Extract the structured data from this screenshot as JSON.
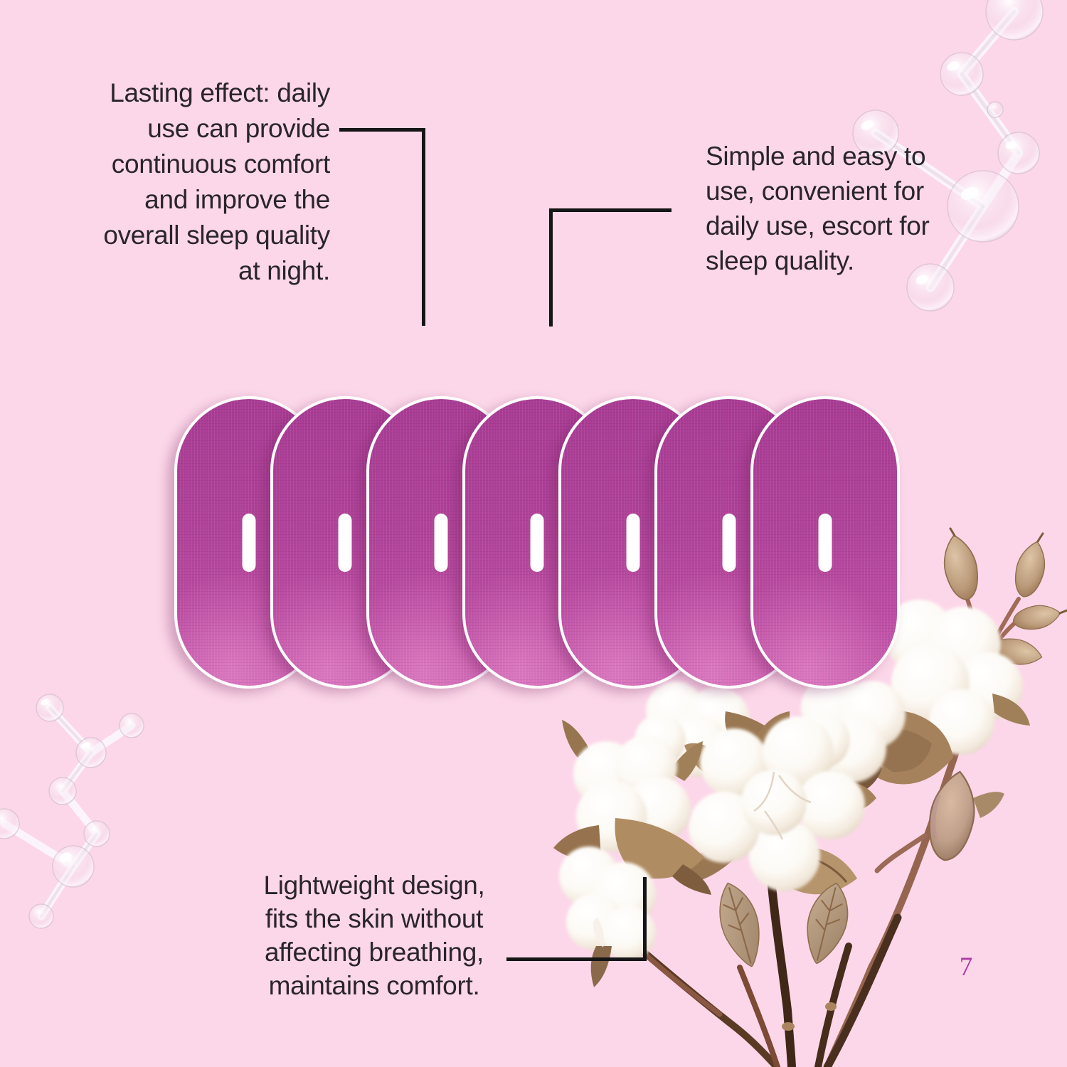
{
  "page": {
    "background_color": "#fcd7e9",
    "page_number": "7",
    "page_number_color": "#ac3ba6",
    "text_color": "#2a252b",
    "connector_line_color": "#151515"
  },
  "annotations": {
    "lasting_effect": {
      "text": "Lasting effect: daily\nuse can provide\ncontinuous comfort\nand improve the\noverall sleep quality\nat night."
    },
    "simple_easy": {
      "text": "Simple and easy to\nuse, convenient for\ndaily use, escort for\nsleep quality."
    },
    "lightweight": {
      "text": "Lightweight design,\nfits the skin without\naffecting breathing,\nmaintains comfort."
    }
  },
  "product": {
    "patch_count": 7,
    "patch_color": "#b04399",
    "patch_outline_color": "#ffffff",
    "slit_color": "#ffffff"
  },
  "decor": {
    "molecule_top_right": "transparent-molecule-3d",
    "molecule_left": "transparent-molecule-3d",
    "cotton_branch": "dried-cotton-flower-branch",
    "cotton_color": "#f7f1e8",
    "bract_color": "#a5825c",
    "stem_color": "#4a2f1e"
  }
}
